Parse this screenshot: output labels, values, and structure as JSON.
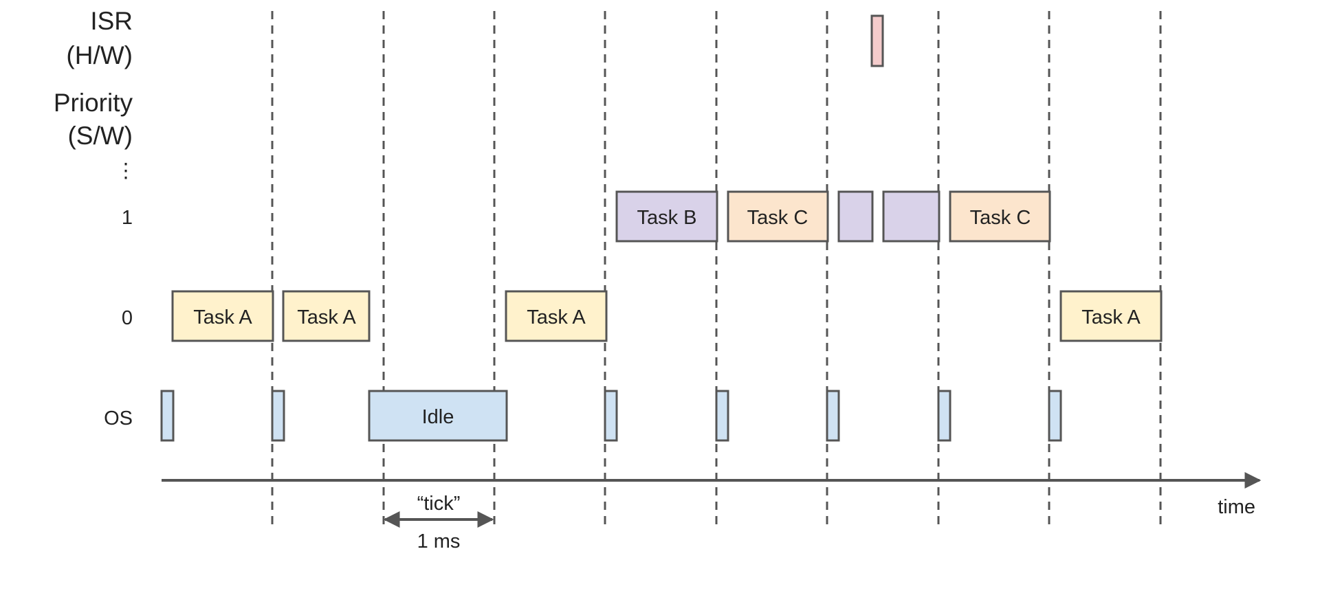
{
  "rows": {
    "isr": {
      "line1": "ISR",
      "line2": "(H/W)"
    },
    "priority": {
      "line1": "Priority",
      "line2": "(S/W)"
    },
    "ellipsis": "⋮",
    "p1": "1",
    "p0": "0",
    "os": "OS"
  },
  "blocks": {
    "os_1": "",
    "task_a_1": "Task A",
    "os_2": "",
    "task_a_2": "Task A",
    "idle": "Idle",
    "task_a_3": "Task A",
    "os_3": "",
    "task_b": "Task B",
    "os_4": "",
    "task_c_1": "Task C",
    "os_5": "",
    "task_b_cont1": "",
    "isr": "",
    "task_b_cont2": "",
    "os_6": "",
    "task_c_2": "Task C",
    "os_7": "",
    "task_a_4": "Task A"
  },
  "axis": {
    "label": "time",
    "tick_label": "“tick”",
    "tick_period": "1 ms"
  },
  "colors": {
    "task_a": "#fff2cc",
    "task_b": "#d9d2e9",
    "task_c": "#fce5cd",
    "os": "#cfe2f3",
    "isr": "#f4cccc",
    "line": "#555555"
  }
}
